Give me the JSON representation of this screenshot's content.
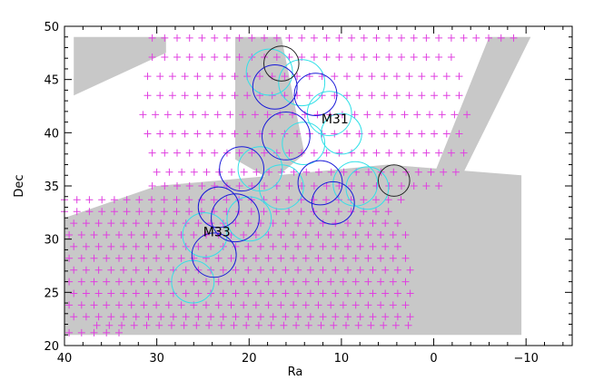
{
  "chart_data": {
    "type": "scatter",
    "title": "",
    "xlabel": "Ra",
    "ylabel": "Dec",
    "xlim": [
      40,
      -15
    ],
    "ylim": [
      20,
      50
    ],
    "x_ticks": [
      40,
      30,
      20,
      10,
      0,
      -10
    ],
    "x_tick_labels": [
      "40",
      "30",
      "20",
      "10",
      "0",
      "−10"
    ],
    "y_ticks": [
      20,
      25,
      30,
      35,
      40,
      45,
      50
    ],
    "y_tick_labels": [
      "20",
      "25",
      "30",
      "35",
      "40",
      "45",
      "50"
    ],
    "grid": false,
    "colors": {
      "coverage": "#c8c8c8",
      "crosses": "#e040e0",
      "circles_blue": "#1a1ad8",
      "circles_cyan": "#33e0e8",
      "circles_black": "#222222"
    },
    "coverage_regions": [
      {
        "ra_dec": [
          [
            39,
            49
          ],
          [
            29,
            49
          ],
          [
            29,
            47.5
          ],
          [
            39,
            43.5
          ]
        ]
      },
      {
        "ra_dec": [
          [
            21.5,
            49
          ],
          [
            16.5,
            49
          ],
          [
            14,
            38
          ],
          [
            17.5,
            35.5
          ],
          [
            21.5,
            37.5
          ]
        ]
      },
      {
        "ra_dec": [
          [
            -6,
            49
          ],
          [
            -10.5,
            49
          ],
          [
            -2.5,
            35
          ],
          [
            0,
            36
          ]
        ]
      },
      {
        "ra_dec": [
          [
            40,
            23
          ],
          [
            40,
            32
          ],
          [
            30,
            35
          ],
          [
            17,
            36
          ],
          [
            5,
            37
          ],
          [
            -9.5,
            36
          ],
          [
            -9.5,
            21
          ],
          [
            40,
            21
          ]
        ]
      }
    ],
    "annotations": [
      {
        "text": "M31",
        "ra": 10.7,
        "dec": 41.3
      },
      {
        "text": "M33",
        "ra": 23.5,
        "dec": 30.7
      }
    ],
    "circles": {
      "blue": [
        [
          17.2,
          44.3,
          2.4
        ],
        [
          12.8,
          43.6,
          2.3
        ],
        [
          16.0,
          39.7,
          2.6
        ],
        [
          20.8,
          36.6,
          2.4
        ],
        [
          12.3,
          35.3,
          2.4
        ],
        [
          10.9,
          33.4,
          2.3
        ],
        [
          23.3,
          33.0,
          2.2
        ],
        [
          21.5,
          32.0,
          2.6
        ],
        [
          23.8,
          28.5,
          2.4
        ]
      ],
      "cyan": [
        [
          17.8,
          45.7,
          2.5
        ],
        [
          14.3,
          44.7,
          2.5
        ],
        [
          11.3,
          41.8,
          2.4
        ],
        [
          10.0,
          39.9,
          2.2
        ],
        [
          14.1,
          39.0,
          2.3
        ],
        [
          18.8,
          36.6,
          2.4
        ],
        [
          16.5,
          34.9,
          2.4
        ],
        [
          8.5,
          35.2,
          2.4
        ],
        [
          7.2,
          34.8,
          2.3
        ],
        [
          20.0,
          31.9,
          2.4
        ],
        [
          24.8,
          30.4,
          2.4
        ],
        [
          26.1,
          26.0,
          2.3
        ]
      ],
      "black": [
        [
          16.5,
          46.5,
          1.9
        ],
        [
          4.3,
          35.5,
          1.7
        ]
      ]
    },
    "crosses": {
      "rows": [
        {
          "dec": 48.9,
          "ra_from": 30.5,
          "ra_to": -9.5,
          "step": 1.35
        },
        {
          "dec": 47.1,
          "ra_from": 30.5,
          "ra_to": -2.5,
          "step": 1.35
        },
        {
          "dec": 45.3,
          "ra_from": 31.0,
          "ra_to": -3.5,
          "step": 1.35
        },
        {
          "dec": 43.5,
          "ra_from": 31.0,
          "ra_to": -4.0,
          "step": 1.35
        },
        {
          "dec": 41.7,
          "ra_from": 31.5,
          "ra_to": -4.0,
          "step": 1.35
        },
        {
          "dec": 39.9,
          "ra_from": 31.0,
          "ra_to": -3.5,
          "step": 1.35
        },
        {
          "dec": 38.1,
          "ra_from": 30.5,
          "ra_to": -4.0,
          "step": 1.35
        },
        {
          "dec": 36.3,
          "ra_from": 30.0,
          "ra_to": -3.5,
          "step": 1.35
        },
        {
          "dec": 35.0,
          "ra_from": 30.5,
          "ra_to": -1.5,
          "step": 1.35
        },
        {
          "dec": 33.7,
          "ra_from": 40.0,
          "ra_to": 3.0,
          "step": 1.35
        },
        {
          "dec": 32.6,
          "ra_from": 40.0,
          "ra_to": 4.0,
          "step": 1.35
        },
        {
          "dec": 31.5,
          "ra_from": 39.0,
          "ra_to": 3.0,
          "step": 1.35
        },
        {
          "dec": 30.4,
          "ra_from": 39.5,
          "ra_to": 2.5,
          "step": 1.35
        },
        {
          "dec": 29.3,
          "ra_from": 39.0,
          "ra_to": 3.0,
          "step": 1.35
        },
        {
          "dec": 28.2,
          "ra_from": 39.5,
          "ra_to": 3.0,
          "step": 1.35
        },
        {
          "dec": 27.1,
          "ra_from": 39.0,
          "ra_to": 2.5,
          "step": 1.35
        },
        {
          "dec": 26.0,
          "ra_from": 39.5,
          "ra_to": 3.0,
          "step": 1.35
        },
        {
          "dec": 24.9,
          "ra_from": 39.0,
          "ra_to": 2.5,
          "step": 1.35
        },
        {
          "dec": 23.8,
          "ra_from": 39.5,
          "ra_to": 3.0,
          "step": 1.35
        },
        {
          "dec": 22.7,
          "ra_from": 39.0,
          "ra_to": 2.5,
          "step": 1.35
        },
        {
          "dec": 21.9,
          "ra_from": 36.5,
          "ra_to": 2.5,
          "step": 1.35
        },
        {
          "dec": 21.2,
          "ra_from": 39.5,
          "ra_to": 33.5,
          "step": 1.35
        }
      ]
    }
  }
}
